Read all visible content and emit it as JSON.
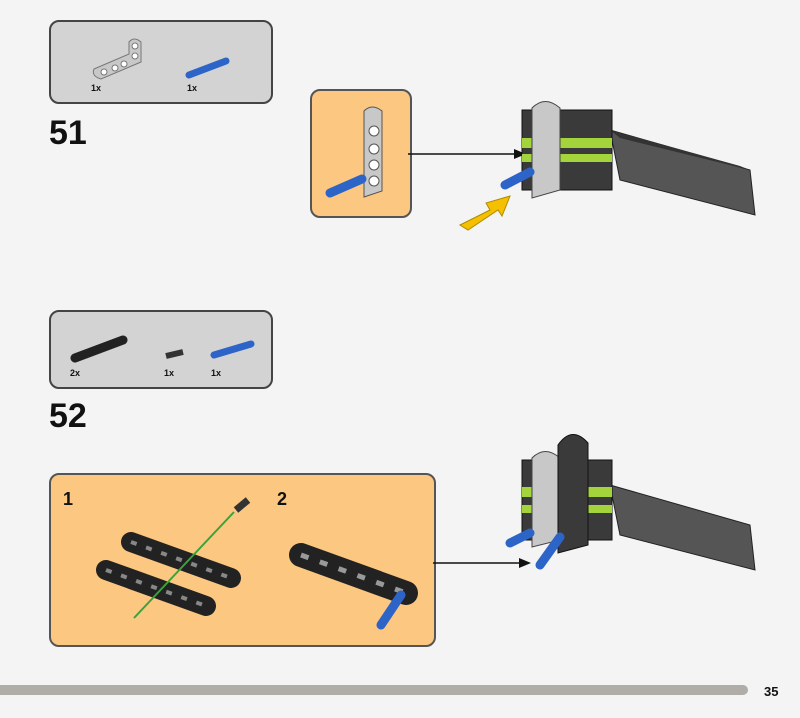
{
  "steps": [
    {
      "number": "51",
      "parts": [
        {
          "name": "angle-beam",
          "qty": "1x"
        },
        {
          "name": "blue-axle-pin",
          "qty": "1x"
        }
      ]
    },
    {
      "number": "52",
      "parts": [
        {
          "name": "black-beam-5",
          "qty": "2x"
        },
        {
          "name": "black-pin",
          "qty": "1x"
        },
        {
          "name": "blue-axle-pin",
          "qty": "1x"
        }
      ],
      "substeps": [
        "1",
        "2"
      ]
    }
  ],
  "page_number": "35",
  "colors": {
    "callout": "#fcc780",
    "parts_box": "#d3d3d3",
    "arrow": "#f5c000",
    "lime": "#a3d43c",
    "blue": "#2d64c8"
  }
}
